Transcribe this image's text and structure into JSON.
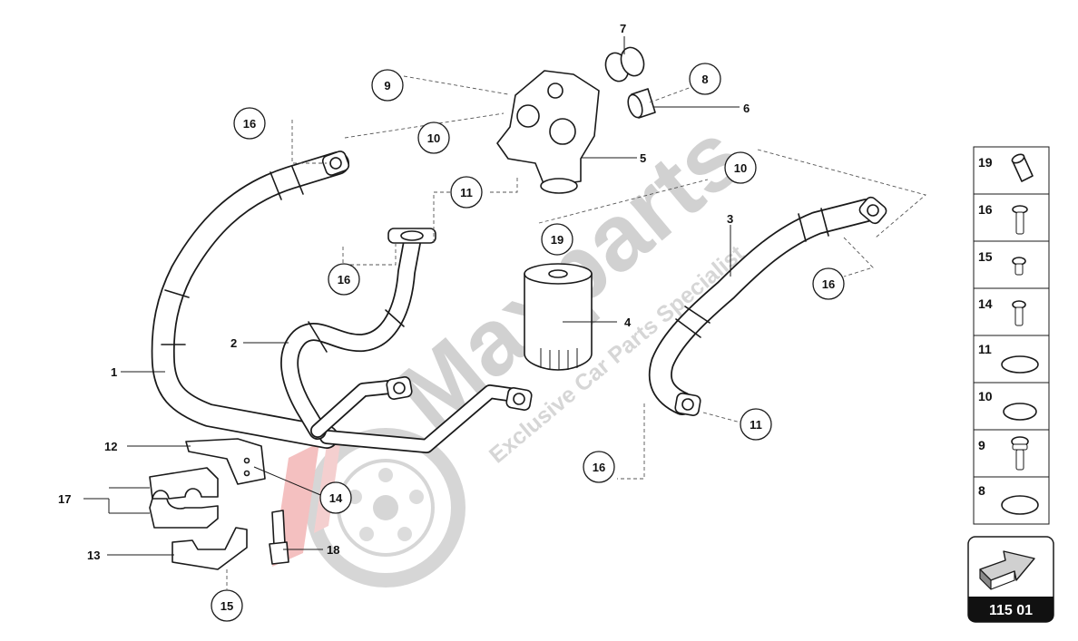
{
  "watermark": {
    "brand": "Maxparts",
    "tagline": "Exclusive Car Parts Specialist",
    "brand_color": "#c9c9c9",
    "accent_color": "#f3b5b5"
  },
  "callouts": {
    "c7": "7",
    "c8": "8",
    "c6": "6",
    "c9": "9",
    "c10a": "10",
    "c5": "5",
    "c11a": "11",
    "c10b": "10",
    "c3": "3",
    "c16a": "16",
    "c16b": "16",
    "c16c": "16",
    "c16d": "16",
    "c19": "19",
    "c4": "4",
    "c2": "2",
    "c1": "1",
    "c11b": "11",
    "c12": "12",
    "c14": "14",
    "c17": "17",
    "c13": "13",
    "c18": "18",
    "c15": "15"
  },
  "side_panel": {
    "items": [
      {
        "number": "19",
        "icon": "sleeve-icon"
      },
      {
        "number": "16",
        "icon": "bolt-icon"
      },
      {
        "number": "15",
        "icon": "bolt-icon"
      },
      {
        "number": "14",
        "icon": "bolt-icon"
      },
      {
        "number": "11",
        "icon": "seal-ring-icon"
      },
      {
        "number": "10",
        "icon": "seal-ring-icon"
      },
      {
        "number": "9",
        "icon": "banjo-bolt-icon"
      },
      {
        "number": "8",
        "icon": "seal-ring-icon"
      }
    ]
  },
  "page_ref": {
    "label": "115 01",
    "icon": "next-page-arrow-icon"
  }
}
